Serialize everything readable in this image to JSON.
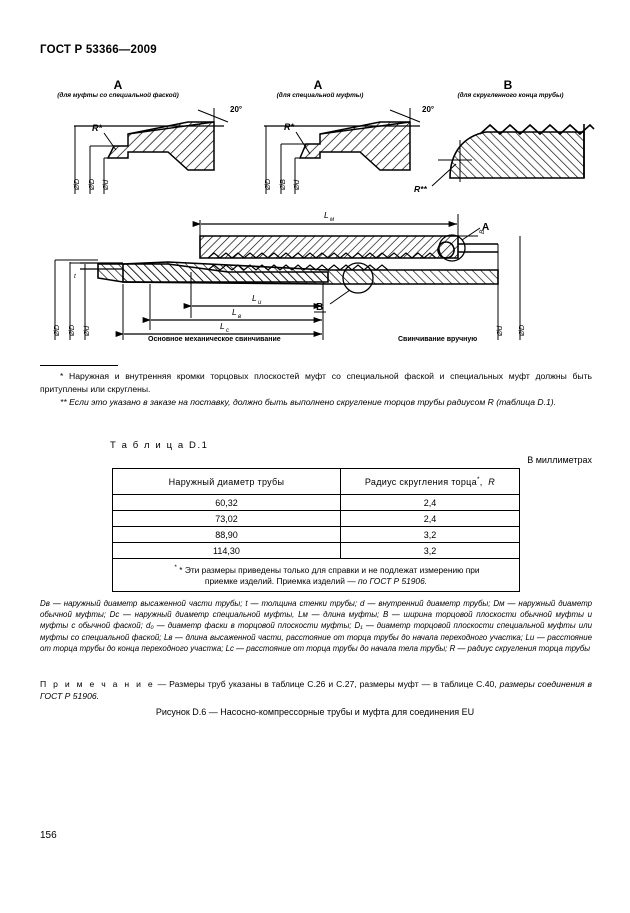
{
  "document": {
    "standard_header": "ГОСТ Р 53366—2009",
    "page_number": "156"
  },
  "figure": {
    "details": [
      {
        "id": "A1",
        "title": "A",
        "subtitle": "(для муфты со специальной фаской)",
        "angle": "20°",
        "radius_mark": "R*",
        "dim_labels": [
          "ØDм",
          "ØD₁",
          "Ød₀"
        ]
      },
      {
        "id": "A2",
        "title": "A",
        "subtitle": "(для специальной муфты)",
        "angle": "20°",
        "radius_mark": "R*",
        "dim_labels": [
          "ØDс",
          "ØB₁",
          "Ød₀"
        ]
      },
      {
        "id": "B",
        "title": "B",
        "subtitle": "(для скругленного конца трубы)",
        "radius_mark": "R**"
      }
    ],
    "main_view": {
      "dimension_labels_top": [
        "Lм"
      ],
      "dimension_labels_bottom": [
        "Lи",
        "Lв",
        "Lс"
      ],
      "left_diameter_labels": [
        "ØDв",
        "ØD",
        "Ød"
      ],
      "right_diameter_labels": [
        "Ød₀",
        "ØD"
      ],
      "callout_a": "A",
      "callout_b": "B",
      "thickness_label": "t",
      "width_label": "B",
      "bottom_labels": [
        "Основное механическое свинчивание",
        "Свинчивание вручную"
      ]
    }
  },
  "footnotes": {
    "first": "* Наружная и внутренняя кромки торцовых плоскостей муфт со специальной фаской и специальных муфт должны быть притуплены или скруглены.",
    "second": "** Если это указано в заказе на поставку, должно быть выполнено скругление торцов трубы  радиусом R (таблица D.1)."
  },
  "table": {
    "label": "Т а б л и ц а  D.1",
    "units": "В миллиметрах",
    "headers": [
      "Наружный диаметр трубы",
      "Радиус скругления торца*,  R"
    ],
    "rows": [
      {
        "diameter": "60,32",
        "radius": "2,4"
      },
      {
        "diameter": "73,02",
        "radius": "2,4"
      },
      {
        "diameter": "88,90",
        "radius": "3,2"
      },
      {
        "diameter": "114,30",
        "radius": "3,2"
      }
    ],
    "note_line1": "* Эти размеры приведены только для справки и не подлежат измерению при",
    "note_line2_plain": "приемке изделий. Приемка изделий — ",
    "note_line2_italic": "по ГОСТ Р 51906."
  },
  "nomenclature": {
    "text": "Dв — наружный диаметр высаженной части трубы;  t — толщина стенки трубы;  d — внутренний диаметр трубы; Dм — наружный диаметр обычной муфты; Dс — наружный диаметр специальной муфты, Lм — длина муфты; B — ширина торцовой плоскости обычной муфты и муфты с обычной фаской; d₀ — диаметр фаски в торцовой плоскости муфты; D₁ — диаметр торцовой плоскости специальной муфты или муфты со специальной фаской;  Lв — длина высаженной части, расстояние от торца трубы до начала переходного участка;  Lи — расстояние от торца трубы до конца переходного участка;  Lс — расстояние  от торца трубы до начала тела трубы;  R — радиус скругления торца трубы"
  },
  "note": {
    "keyword": "П р и м е ч а н и е",
    "body_plain": "— Размеры труб указаны в таблице С.26 и С.27,  размеры муфт — в таблице С.40, ",
    "body_italic": "размеры соединения  в ГОСТ Р 51906."
  },
  "caption": {
    "text": "Рисунок D.6 — Насосно-компрессорные трубы и муфта для соединения EU"
  }
}
